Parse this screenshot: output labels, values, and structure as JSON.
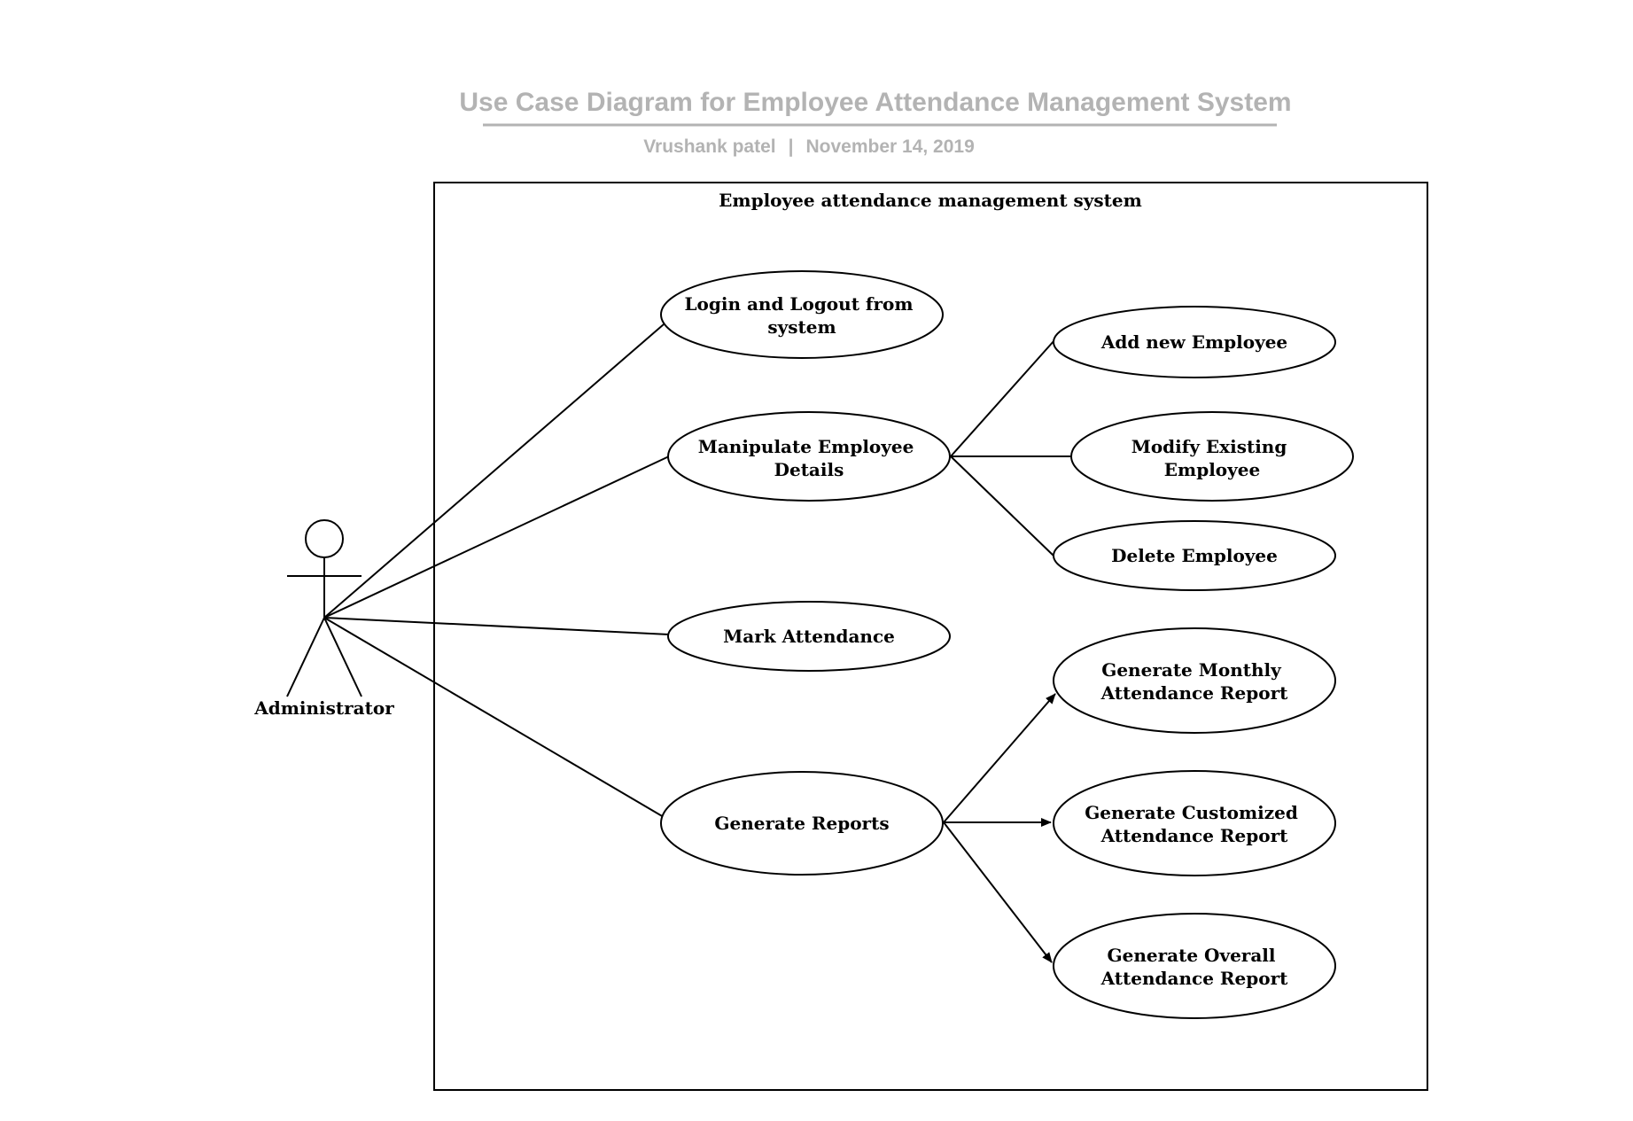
{
  "header": {
    "title": "Use Case Diagram for Employee Attendance Management System",
    "author": "Vrushank patel",
    "separator": "|",
    "date": "November 14, 2019"
  },
  "system": {
    "label": "Employee attendance management system"
  },
  "actor": {
    "label": "Administrator"
  },
  "use_cases": {
    "login": [
      "Login and Logout from",
      "system"
    ],
    "manipulate": [
      "Manipulate Employee",
      "Details"
    ],
    "add": [
      "Add new Employee"
    ],
    "modify": [
      "Modify Existing",
      "Employee"
    ],
    "delete": [
      "Delete Employee"
    ],
    "mark": [
      "Mark Attendance"
    ],
    "reports": [
      "Generate Reports"
    ],
    "monthly": [
      "Generate Monthly",
      "Attendance Report"
    ],
    "customized": [
      "Generate Customized",
      "Attendance Report"
    ],
    "overall": [
      "Generate Overall",
      "Attendance Report"
    ]
  }
}
